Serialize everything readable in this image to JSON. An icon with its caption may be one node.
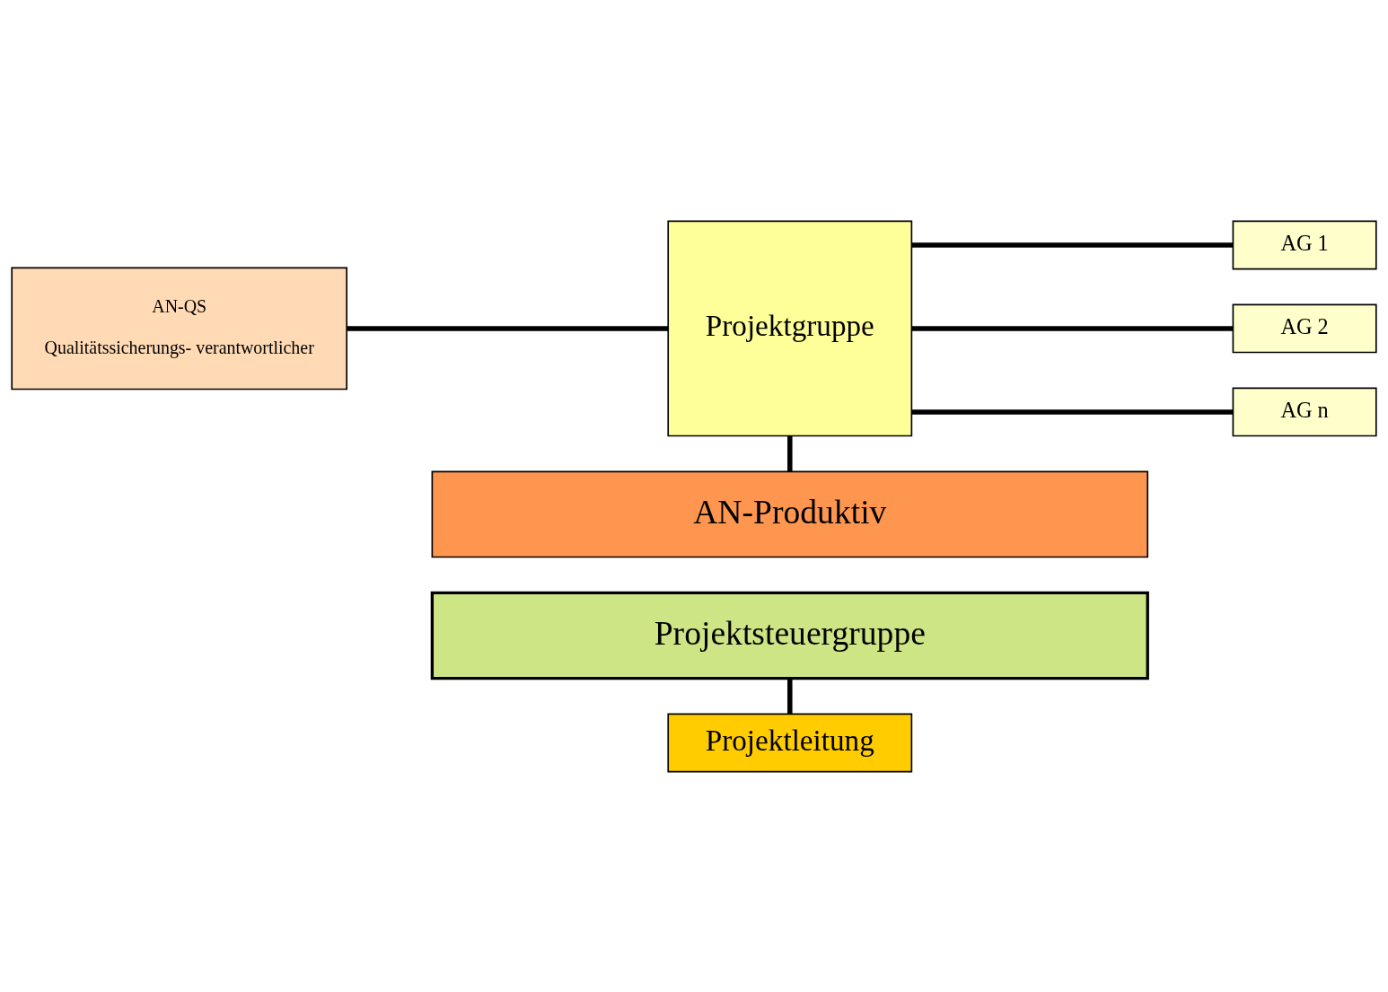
{
  "diagram": {
    "nodes": [
      {
        "text": [
          "Projektsteuergruppe"
        ]
      },
      {
        "text": [
          "Projektleitung"
        ]
      },
      {
        "text": [
          "Projektgruppe"
        ]
      },
      {
        "text": [
          "AN-QS",
          "Qualitätssicherungs- verantwortlicher"
        ]
      },
      {
        "text": [
          "AG 1"
        ]
      },
      {
        "text": [
          "AG 2"
        ]
      },
      {
        "text": [
          "AG n"
        ]
      },
      {
        "text": [
          "AN-Produktiv"
        ]
      }
    ],
    "edges": [
      {
        "from": 0,
        "to": 1,
        "arrow": "none"
      },
      {
        "from": 3,
        "to": 2,
        "arrow": "none"
      },
      {
        "from": 2,
        "to": 4,
        "arrow": "none"
      },
      {
        "from": 2,
        "to": 5,
        "arrow": "none"
      },
      {
        "from": 2,
        "to": 6,
        "arrow": "none"
      },
      {
        "from": 2,
        "to": 7,
        "arrow": "none"
      }
    ]
  }
}
